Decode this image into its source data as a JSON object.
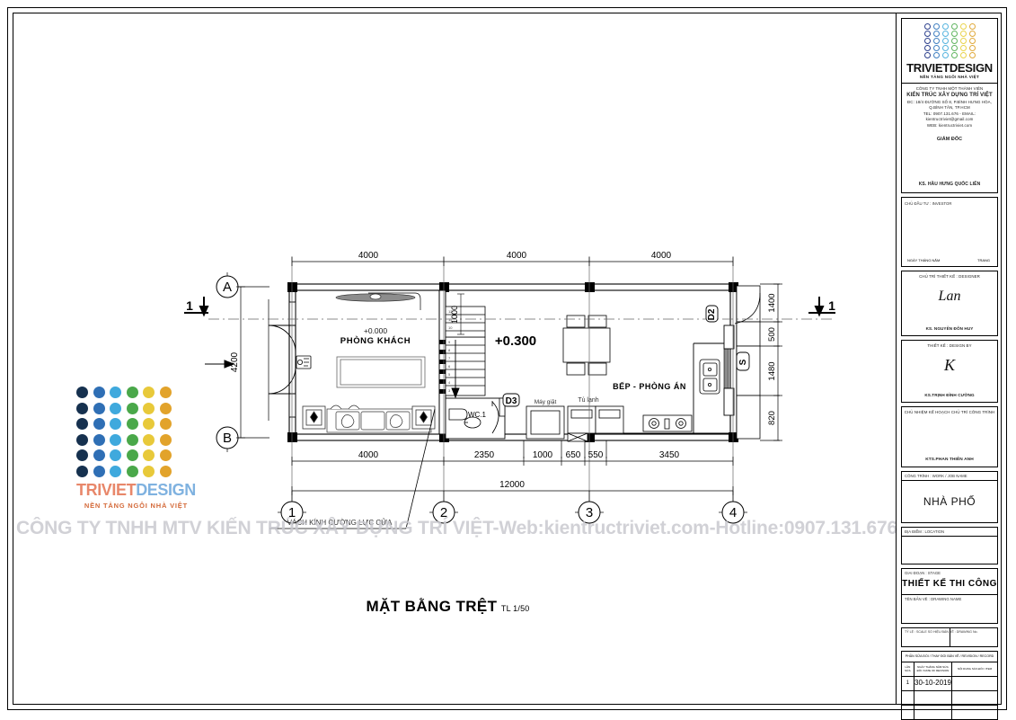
{
  "sheet": {
    "drawing_title": "MẶT BẰNG TRỆT",
    "drawing_scale": "TL 1/50"
  },
  "watermark": {
    "text": "CÔNG TY TNHH MTV KIẾN TRÚC XÂY DỰNG TRÍ VIỆT-Web:kientructriviet.com-Hotline:0907.131.676",
    "logo_name_part1": "TRIVIET",
    "logo_name_part2": "DESIGN",
    "logo_slogan": "NỀN TẢNG NGÔI NHÀ VIỆT",
    "dot_colors": [
      "#16314f",
      "#2f6fb5",
      "#3fa9dd",
      "#4aa84a",
      "#e8c93a",
      "#e2a32b"
    ]
  },
  "title_block": {
    "logo_dot_colors": [
      "#2b3f8c",
      "#3f7fc1",
      "#54b3de",
      "#5fb45f",
      "#e9d34a",
      "#e0a93a"
    ],
    "brand_name_1": "TRIVIET",
    "brand_name_2": "DESIGN",
    "brand_slogan": "NỀN TẢNG NGÔI NHÀ VIỆT",
    "company_line1": "CÔNG TY TNHH MỘT THÀNH VIÊN",
    "company_line2": "KIẾN TRÚC XÂY DỰNG TRÍ VIỆT",
    "company_line3": "ĐC: 18/4 ĐƯỜNG SỐ 8, P.BÌNH HƯNG HÒA, Q.BÌNH TÂN, TP.HCM",
    "company_line4": "TEL: 0907.131.676 - EMAIL: kientructriviet@gmail.com",
    "company_line5": "WEB: kientructriviet.com",
    "director_label": "GIÁM ĐỐC",
    "director_name": "KS. HẦU HƯNG QUỐC LIÊN",
    "investor_label": "CHỦ ĐẦU TƯ : INVESTOR",
    "investor_date_left": "NGÀY    THÁNG    NĂM",
    "investor_date_right": "TRANG",
    "design_label": "CHỦ TRÌ THIẾT KẾ : DESIGNER",
    "design_signature": "Lan",
    "design_name": "KS. NGUYỄN ĐÔN HUY",
    "check_label": "THIẾT KẾ : DESIGN BY",
    "check_signature": "K",
    "check_name": "KS.TRỊNH ĐÌNH CƯỜNG",
    "owner_label": "CHỦ NHIỆM KẾ HOẠCH CHỦ TRÌ CÔNG TRÌNH",
    "owner_name": "KTS.PHAN THIÊN ANH",
    "project_label": "CÔNG TRÌNH : WORK / JOB NAME",
    "project_name": "NHÀ PHỐ",
    "location_label": "ĐỊA ĐIỂM : LOCATION",
    "stage_label": "GIAI ĐOẠN : STAGE",
    "stage_name": "THIẾT KẾ THI CÔNG",
    "sheet_label": "TÊN BẢN VẼ : DRAWING NAME",
    "dwg_label": "TỶ LỆ : SCALE            SỐ HIỆU BẢN VẼ : DRAWING No.",
    "rev_header": "PHẦN SỬA ĐỔI / THAY ĐỔI BẢN VẼ / REVISION / RECORD",
    "rev_cols": [
      "LẦN SỬA",
      "NGÀY THÁNG NĂM SỬA ĐỔI / DATE OF REVISION",
      "NỘI DUNG SỬA ĐỔI / ITEM"
    ],
    "revisions": [
      {
        "no": "1",
        "date": "30-10-2019",
        "note": ""
      },
      {
        "no": "",
        "date": "",
        "note": ""
      },
      {
        "no": "",
        "date": "",
        "note": ""
      }
    ]
  },
  "plan": {
    "rooms": [
      {
        "name": "PHÒNG KHÁCH",
        "elevation": "+0.000"
      },
      {
        "name": "BẾP - PHÒNG ĂN",
        "elevation": "+0.300"
      }
    ],
    "labels": {
      "living_room": "PHÒNG KHÁCH",
      "living_elev": "+0.000",
      "kitchen": "BẾP - PHÒNG ÁN",
      "kitchen_elev": "+0.300",
      "wc": "WC.1",
      "washer": "Máy giặt",
      "fridge": "Tủ lạnh",
      "door_d3": "D3",
      "door_d2": "D2",
      "window_s": "S",
      "leader_note": "VÁCH KÍNH CƯỜNG LỰC CỬA"
    },
    "grid_letters": [
      "A",
      "B"
    ],
    "grid_numbers": [
      "1",
      "2",
      "3",
      "4"
    ],
    "section_marks": [
      "1",
      "1"
    ],
    "dims_top": [
      "4000",
      "4000",
      "4000"
    ],
    "dims_bottom": [
      "4000",
      "2350",
      "1000",
      "650",
      "550",
      "3450"
    ],
    "dims_overall": "12000",
    "dims_left": [
      "4200"
    ],
    "dims_right": [
      "1400",
      "500",
      "1480",
      "820"
    ],
    "dims_interior": [
      "1000"
    ]
  }
}
